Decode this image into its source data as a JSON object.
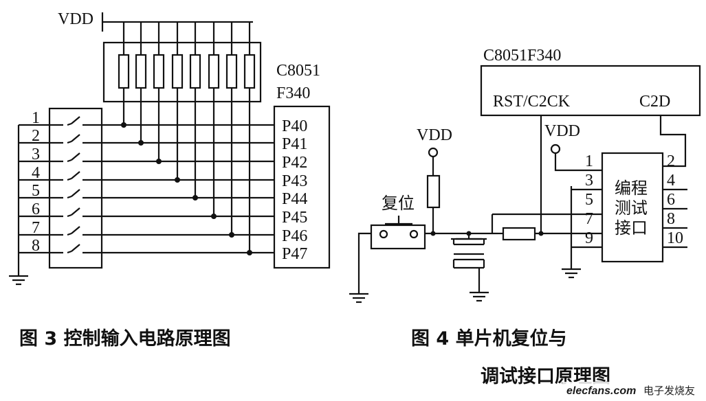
{
  "fig3": {
    "vdd": "VDD",
    "chip": [
      "C8051",
      "F340"
    ],
    "switch_numbers": [
      "1",
      "2",
      "3",
      "4",
      "5",
      "6",
      "7",
      "8"
    ],
    "ports": [
      "P40",
      "P41",
      "P42",
      "P43",
      "P44",
      "P45",
      "P46",
      "P47"
    ],
    "caption": "图 3   控制输入电路原理图"
  },
  "fig4": {
    "chip": "C8051F340",
    "rst_pin": "RST/C2CK",
    "c2d_pin": "C2D",
    "vdd_left": "VDD",
    "vdd_right": "VDD",
    "reset_label": "复位",
    "connector_text": [
      "编程",
      "测试",
      "接口"
    ],
    "pins_left": [
      "1",
      "3",
      "5",
      "7",
      "9"
    ],
    "pins_right": [
      "2",
      "4",
      "6",
      "8",
      "10"
    ],
    "caption_line1": "图 4   单片机复位与",
    "caption_line2": "调试接口原理图"
  },
  "watermark": {
    "site": "elecfans.com",
    "brand": "电子发烧友"
  }
}
